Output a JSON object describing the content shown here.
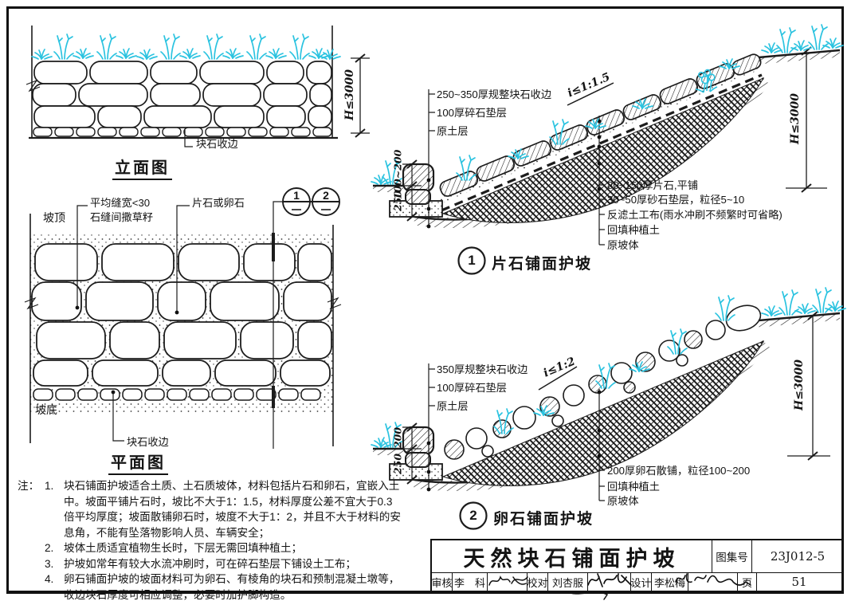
{
  "colors": {
    "ink": "#141414",
    "grass_cyan": "#2bc3e0",
    "paper": "#ffffff"
  },
  "elevation": {
    "title": "立面图",
    "edge_label": "块石收边",
    "dim_h": "H≤3000"
  },
  "plan": {
    "title": "平面图",
    "slope_top": "坡顶",
    "slope_bottom": "坡底",
    "joint_label_1": "平均缝宽<30",
    "joint_label_2": "石缝间撒草籽",
    "stone_label": "片石或卵石",
    "edge_label": "块石收边",
    "detail_refs": [
      "1",
      "2"
    ]
  },
  "detail1": {
    "number": "1",
    "title": "片石铺面护坡",
    "slope_ratio": "i≤1:1.5",
    "dim_h": "H≤3000",
    "dim_a": "100~200",
    "dim_b": "250",
    "left_labels": [
      "250~350厚规整块石收边",
      "100厚碎石垫层",
      "原土层"
    ],
    "right_labels": [
      "80~150厚片石,平铺",
      "30~50厚砂石垫层，粒径5~10",
      "反滤土工布(雨水冲刷不频繁时可省略)",
      "回填种植土",
      "原坡体"
    ]
  },
  "detail2": {
    "number": "2",
    "title": "卵石铺面护坡",
    "slope_ratio": "i≤1:2",
    "dim_h": "H≤3000",
    "dim_a": "200",
    "dim_b": "250",
    "left_labels": [
      "350厚规整块石收边",
      "100厚碎石垫层",
      "原土层"
    ],
    "right_labels": [
      "200厚卵石散铺，粒径100~200",
      "回填种植土",
      "原坡体"
    ]
  },
  "notes": {
    "prefix": "注：",
    "numbers": [
      "1.",
      "2.",
      "3.",
      "4."
    ],
    "items": [
      "块石铺面护坡适合土质、土石质坡体，材料包括片石和卵石，宜嵌入土中。坡面平铺片石时，坡比不大于1：1.5，材料厚度公差不宜大于0.3倍平均厚度；坡面散铺卵石时，坡度不大于1：2，并且不大于材料的安息角，不能有坠落物影响人员、车辆安全；",
      "坡体土质适宜植物生长时，下层无需回填种植土；",
      "护坡如常年有较大水流冲刷时，可在碎石垫层下铺设土工布；",
      "卵石铺面护坡的坡面材料可为卵石、有棱角的块石和预制混凝土墩等，收边块石厚度可相应调整，必要时加护脚构造。"
    ]
  },
  "titleblock": {
    "title": "天然块石铺面护坡",
    "atlas_label": "图集号",
    "atlas_no": "23J012-5",
    "page_label": "页",
    "page_no": "51",
    "reviewer_label": "审核",
    "reviewer": "李　科",
    "checker_label": "校对",
    "checker": "刘杏服",
    "designer_label": "设计",
    "designer": "李松梅"
  }
}
